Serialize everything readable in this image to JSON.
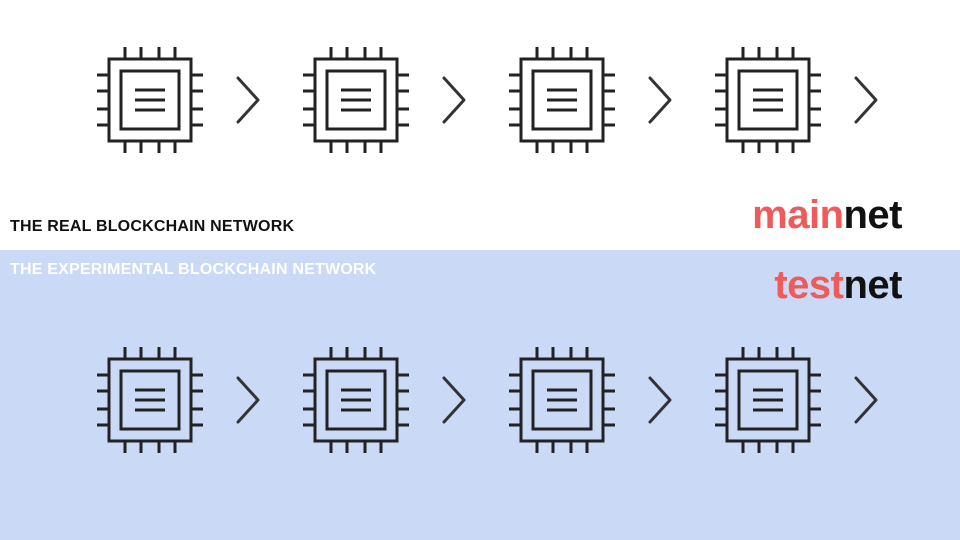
{
  "mainnet": {
    "caption": "THE REAL BLOCKCHAIN NETWORK",
    "brand_prefix": "main",
    "brand_suffix": "net",
    "background": "#ffffff",
    "block_count": 4
  },
  "testnet": {
    "caption": "THE EXPERIMENTAL BLOCKCHAIN NETWORK",
    "brand_prefix": "test",
    "brand_suffix": "net",
    "background": "#c9d9f6",
    "block_count": 4
  },
  "colors": {
    "accent": "#f05a5a",
    "ink": "#111111",
    "icon_stroke": "#222222",
    "arrow_stroke": "#333333",
    "testnet_caption": "#ffffff"
  },
  "icons": {
    "block": "cpu-chip-icon",
    "link": "chevron-right-icon"
  }
}
